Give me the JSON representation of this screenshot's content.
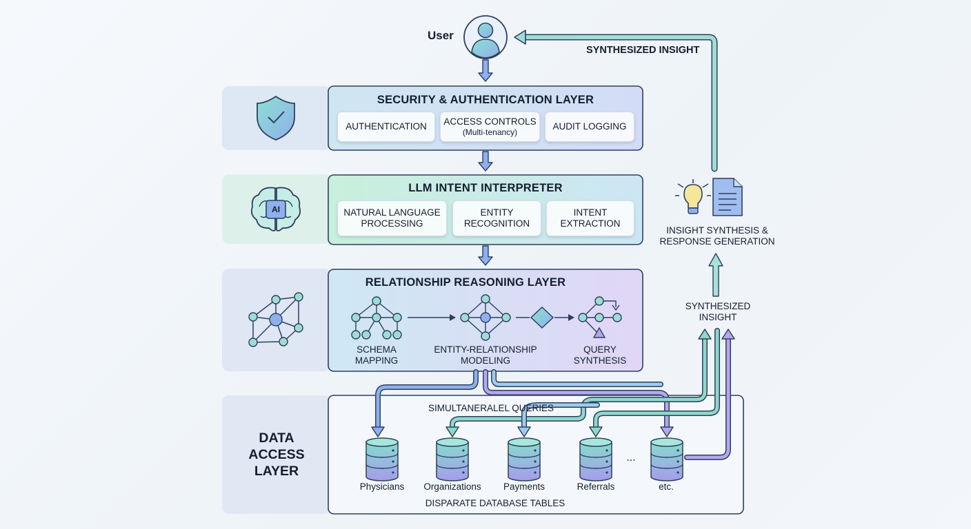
{
  "user": {
    "label": "User"
  },
  "feedback": {
    "label": "SYNTHESIZED INSIGHT"
  },
  "security": {
    "title": "SECURITY & AUTHENTICATION LAYER",
    "cards": [
      {
        "label": "AUTHENTICATION",
        "sub": ""
      },
      {
        "label": "ACCESS CONTROLS",
        "sub": "(Multi-tenancy)"
      },
      {
        "label": "AUDIT LOGGING",
        "sub": ""
      }
    ]
  },
  "llm": {
    "title": "LLM INTENT INTERPRETER",
    "icon_text": "AI",
    "cards": [
      {
        "line1": "NATURAL LANGUAGE",
        "line2": "PROCESSING"
      },
      {
        "line1": "ENTITY",
        "line2": "RECOGNITION"
      },
      {
        "line1": "INTENT",
        "line2": "EXTRACTION"
      }
    ]
  },
  "reasoning": {
    "title": "RELATIONSHIP REASONING LAYER",
    "steps": [
      {
        "line1": "SCHEMA",
        "line2": "MAPPING"
      },
      {
        "line1": "ENTITY-RELATIONSHIP",
        "line2": "MODELING"
      },
      {
        "line1": "QUERY",
        "line2": "SYNTHESIS"
      }
    ]
  },
  "insight": {
    "line1": "INSIGHT SYNTHESIS &",
    "line2": "RESPONSE GENERATION",
    "synth_line1": "SYNTHESIZED",
    "synth_line2": "INSIGHT"
  },
  "data_access": {
    "title_line1": "DATA",
    "title_line2": "ACCESS",
    "title_line3": "LAYER",
    "queries_label": "SIMULTANERALEL QUERIES",
    "footer": "DISPARATE DATABASE TABLES",
    "ellipsis": "...",
    "tables": [
      "Physicians",
      "Organizations",
      "Payments",
      "Referrals",
      "etc."
    ]
  },
  "colors": {
    "outline": "#2d3f5e",
    "arrow_blue": "#7c9de6",
    "arrow_teal": "#8fd8d0",
    "arrow_violet": "#b3a8ee",
    "security_fill": "#cfe0f8",
    "llm_fill": "#cdeee6",
    "reasoning_fill": "#d9dcf6",
    "db_teal": "#7fd6c8",
    "db_violet": "#a59cec"
  }
}
